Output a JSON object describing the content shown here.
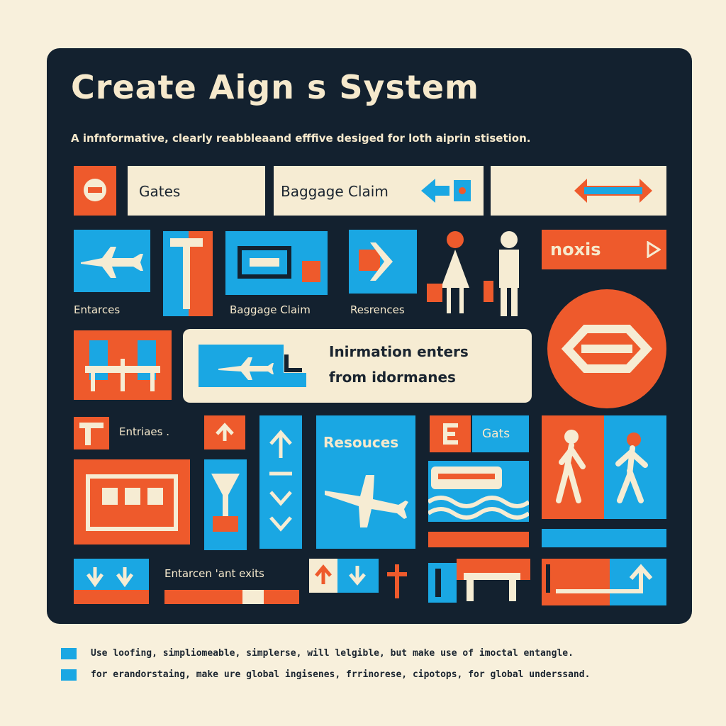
{
  "title": "Create Aign s System",
  "subtitle": "A infnformative, clearly reabbleaand efffive desiged for loth aiprin stisetion.",
  "signs": {
    "gates_top": "Gates",
    "baggage_top": "Baggage Claim",
    "noxis": "noxis",
    "entrances": "Entarces",
    "baggage_mid": "Baggage Claim",
    "resources_mid": "Resrences",
    "info_line1": "Inirmation enters",
    "info_line2": "from idormanes",
    "entrances_small": "Entriaes .",
    "resources_big": "Resouces",
    "gates_small": "Gats",
    "entrance_exits": "Entarcen 'ant exits"
  },
  "footer": {
    "line1": "Use loofing, simpliomeable, simplerse, will lelgible, but make use of imoctal entangle.",
    "line2": "for erandorstaing, make ure global ingisenes, frrinorese, cipotops, for global underssand."
  },
  "colors": {
    "orange": "#ee5a2c",
    "blue": "#1aa7e3",
    "navy": "#13212f",
    "cream": "#f6ecd3"
  },
  "icons": [
    "plane-icon",
    "arrow-right-icon",
    "arrow-up-icon",
    "arrow-down-icon",
    "person-icon",
    "no-entry-icon",
    "train-icon",
    "boat-icon",
    "walking-person-icon",
    "luggage-icon"
  ]
}
